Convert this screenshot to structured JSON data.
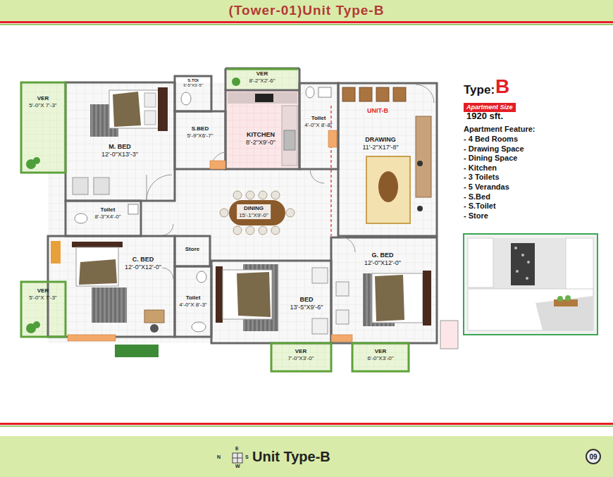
{
  "diagram": {
    "title": "(Tower-01)Unit Type-B",
    "nodes": [
      {
        "text": [
          "VER",
          "5'-0\"X 7'-3\""
        ]
      },
      {
        "text": [
          "M. BED",
          "12'-0\"X13'-3\""
        ]
      },
      {
        "text": [
          "S.TOI",
          "3'-5\"X3'-5\""
        ]
      },
      {
        "text": [
          "S.BED",
          "5'-9\"X6'-7\""
        ]
      },
      {
        "text": [
          "VER",
          "8'-2\"X2'-6\""
        ]
      },
      {
        "text": [
          "KITCHEN",
          "8'-2\"X9'-0\""
        ]
      },
      {
        "text": [
          "Toilet",
          "4'-0\"X 8'-8\""
        ]
      },
      {
        "text": [
          "DRAWING",
          "11'-2\"X17'-8\""
        ]
      },
      {
        "text": [
          "Toilet",
          "8'-3\"X4'-0\""
        ]
      },
      {
        "text": [
          "DINING",
          "15'-1\"X9'-0\""
        ]
      },
      {
        "text": [
          "Store"
        ]
      },
      {
        "text": [
          "C. BED",
          "12'-0\"X12'-0\""
        ]
      },
      {
        "text": [
          "Toilet",
          "4'-0\"X 8'-3\""
        ]
      },
      {
        "text": [
          "BED",
          "13'-5\"X9'-6\""
        ]
      },
      {
        "text": [
          "G. BED",
          "12'-0\"X12'-0\""
        ]
      },
      {
        "text": [
          "VER",
          "5'-0\"X 7'-3\""
        ]
      },
      {
        "text": [
          "VER",
          "7'-0\"X3'-0\""
        ]
      },
      {
        "text": [
          "VER",
          "6'-0\"X3'-0\""
        ]
      },
      {
        "text": [
          "Apartment Size"
        ]
      },
      {
        "text": [
          "09"
        ]
      }
    ],
    "labels": [
      "UNIT-B",
      "Type:",
      "B",
      "1920 sft.",
      "Apartment Feature:",
      "- 4 Bed Rooms",
      "- Drawing Space",
      "- Dining Space",
      "- Kitchen",
      "- 3 Toilets",
      "- 5 Verandas",
      "- S.Bed",
      "- S.Toilet",
      "- Store",
      "N",
      "E",
      "S",
      "W",
      "Unit Type-B"
    ]
  }
}
